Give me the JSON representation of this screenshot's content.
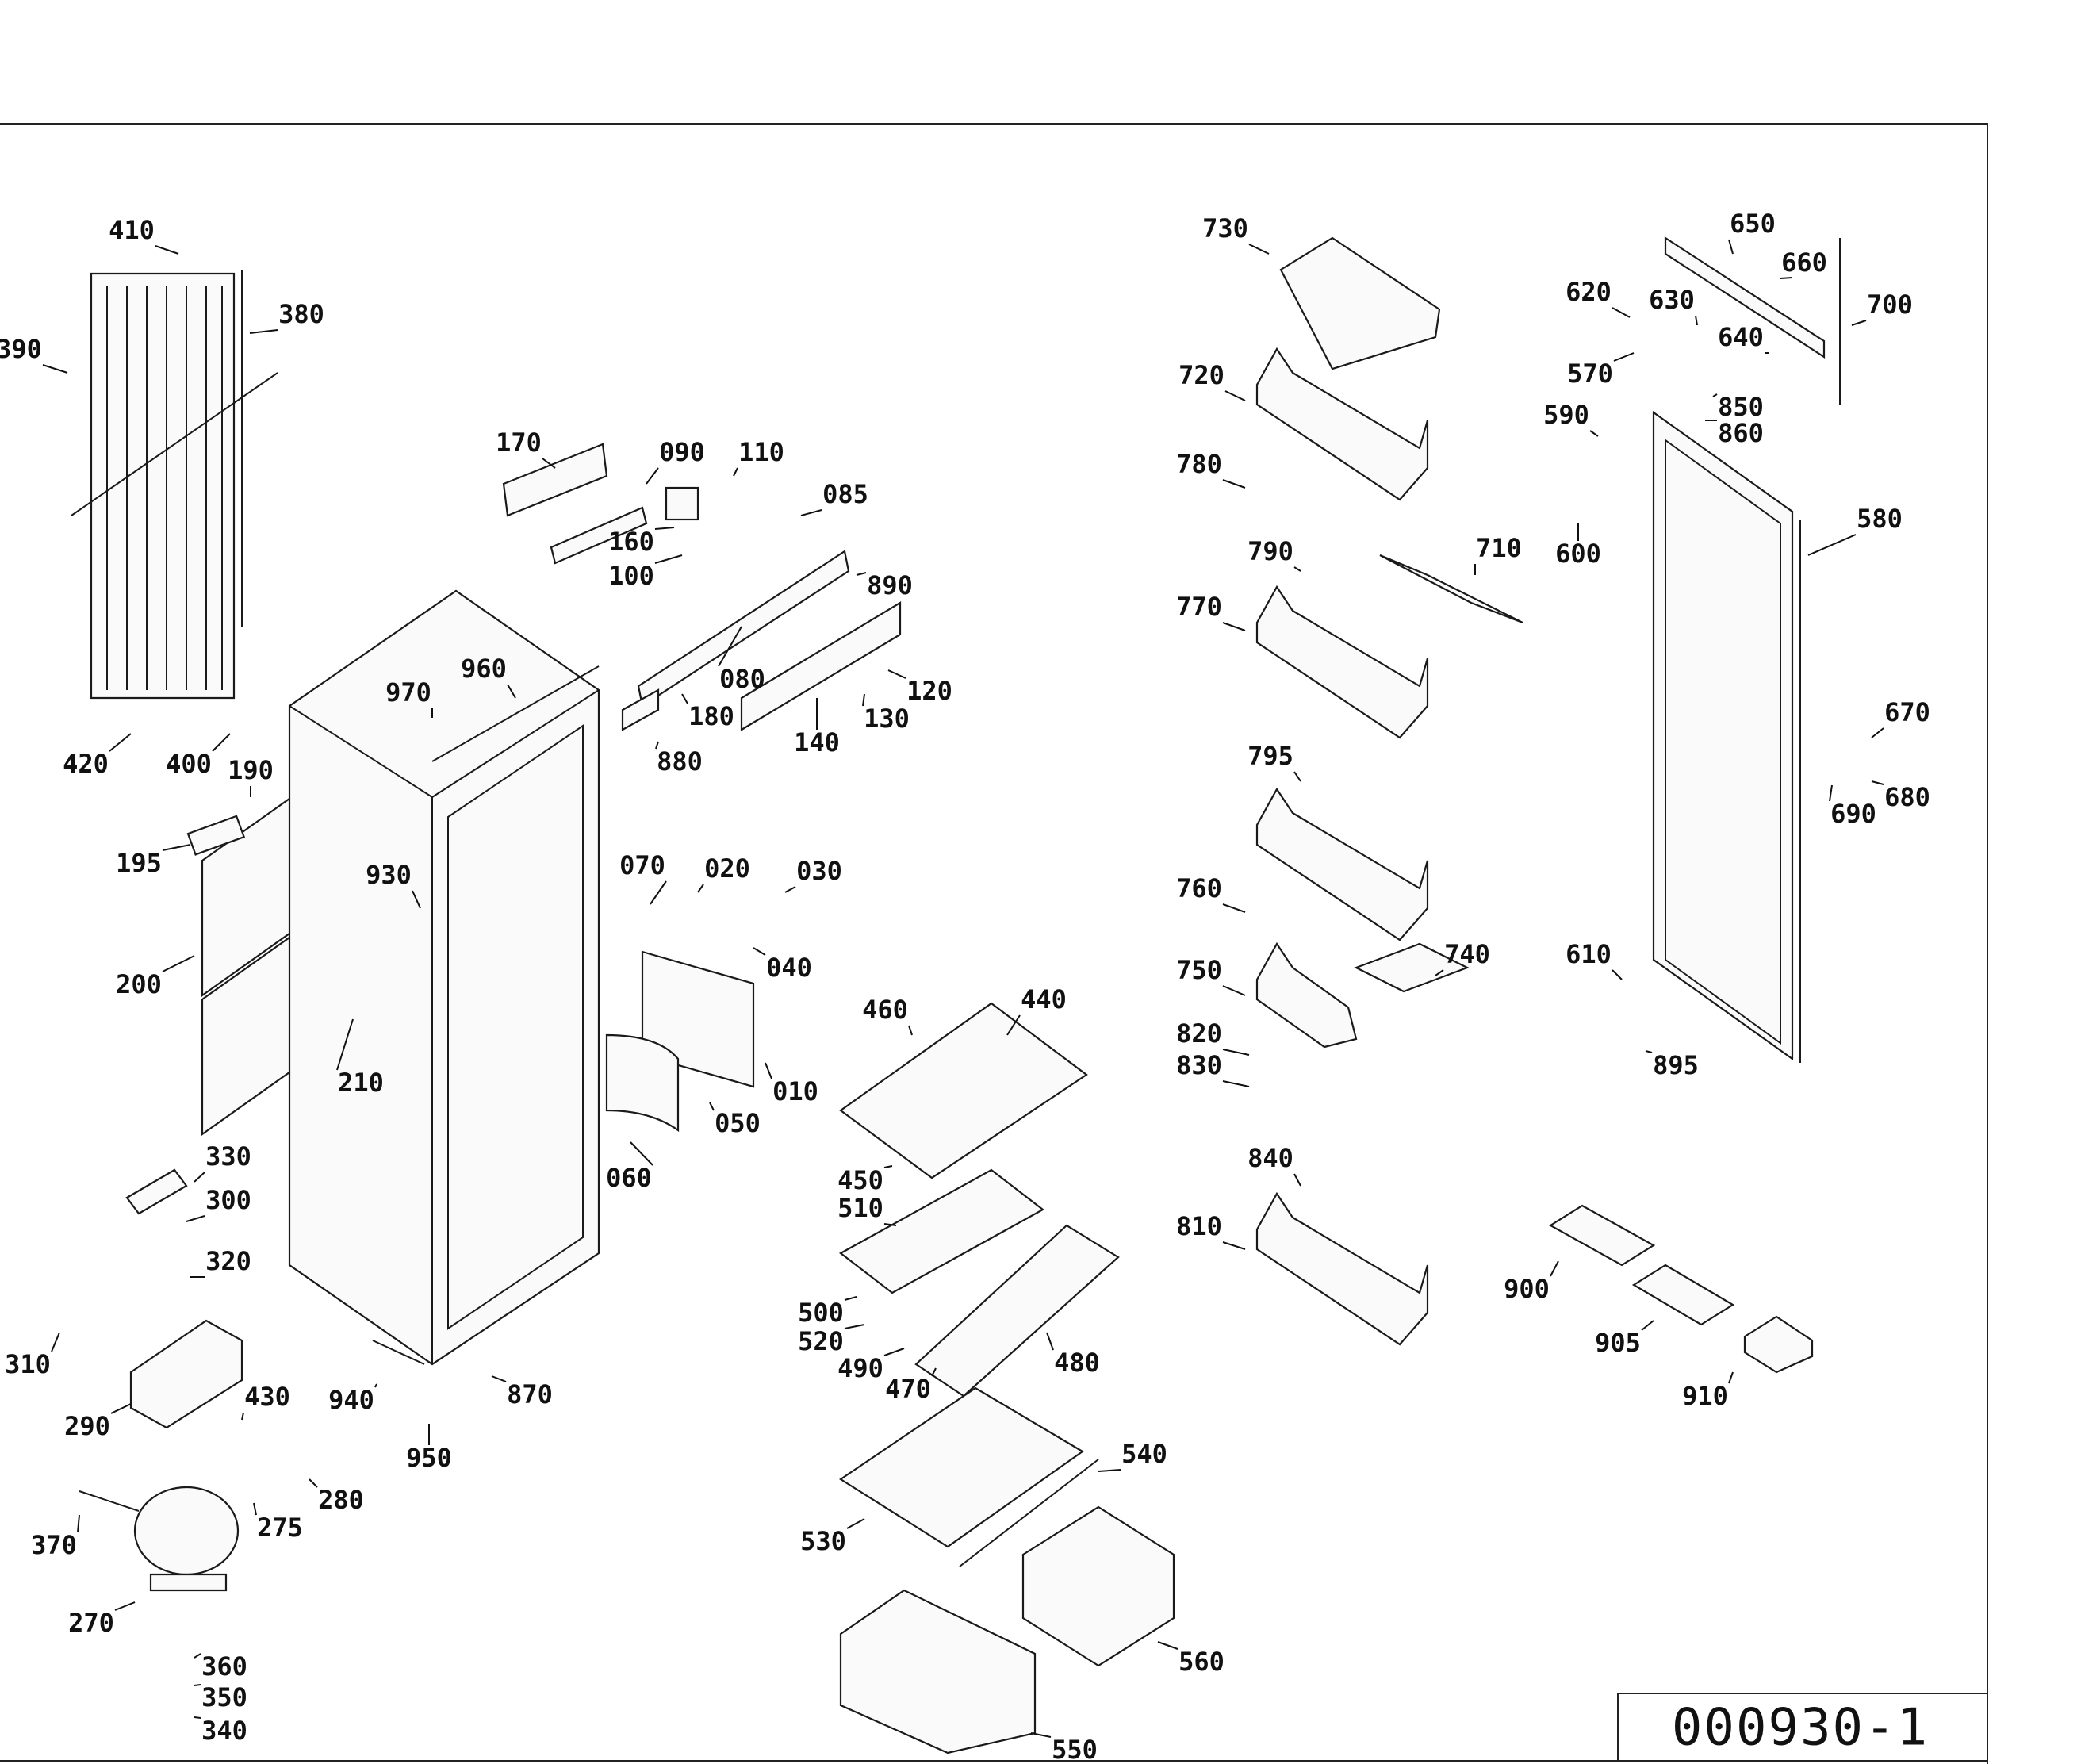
{
  "drawing_number": "000930-1",
  "callouts": [
    {
      "id": "410"
    },
    {
      "id": "380"
    },
    {
      "id": "390"
    },
    {
      "id": "420"
    },
    {
      "id": "400"
    },
    {
      "id": "190"
    },
    {
      "id": "195"
    },
    {
      "id": "200"
    },
    {
      "id": "210"
    },
    {
      "id": "170"
    },
    {
      "id": "090"
    },
    {
      "id": "110"
    },
    {
      "id": "085"
    },
    {
      "id": "160"
    },
    {
      "id": "100"
    },
    {
      "id": "890"
    },
    {
      "id": "080"
    },
    {
      "id": "180"
    },
    {
      "id": "120"
    },
    {
      "id": "130"
    },
    {
      "id": "140"
    },
    {
      "id": "880"
    },
    {
      "id": "970"
    },
    {
      "id": "960"
    },
    {
      "id": "930"
    },
    {
      "id": "070"
    },
    {
      "id": "020"
    },
    {
      "id": "030"
    },
    {
      "id": "040"
    },
    {
      "id": "010"
    },
    {
      "id": "050"
    },
    {
      "id": "060"
    },
    {
      "id": "330"
    },
    {
      "id": "300"
    },
    {
      "id": "320"
    },
    {
      "id": "310"
    },
    {
      "id": "290"
    },
    {
      "id": "430"
    },
    {
      "id": "280"
    },
    {
      "id": "275"
    },
    {
      "id": "370"
    },
    {
      "id": "270"
    },
    {
      "id": "360"
    },
    {
      "id": "350"
    },
    {
      "id": "340"
    },
    {
      "id": "940"
    },
    {
      "id": "950"
    },
    {
      "id": "870"
    },
    {
      "id": "460"
    },
    {
      "id": "440"
    },
    {
      "id": "450"
    },
    {
      "id": "510"
    },
    {
      "id": "500"
    },
    {
      "id": "520"
    },
    {
      "id": "490"
    },
    {
      "id": "470"
    },
    {
      "id": "480"
    },
    {
      "id": "530"
    },
    {
      "id": "540"
    },
    {
      "id": "560"
    },
    {
      "id": "550"
    },
    {
      "id": "730"
    },
    {
      "id": "720"
    },
    {
      "id": "780"
    },
    {
      "id": "710"
    },
    {
      "id": "790"
    },
    {
      "id": "770"
    },
    {
      "id": "795"
    },
    {
      "id": "760"
    },
    {
      "id": "740"
    },
    {
      "id": "750"
    },
    {
      "id": "820"
    },
    {
      "id": "830"
    },
    {
      "id": "840"
    },
    {
      "id": "810"
    },
    {
      "id": "650"
    },
    {
      "id": "660"
    },
    {
      "id": "700"
    },
    {
      "id": "620"
    },
    {
      "id": "630"
    },
    {
      "id": "640"
    },
    {
      "id": "570"
    },
    {
      "id": "850"
    },
    {
      "id": "860"
    },
    {
      "id": "590"
    },
    {
      "id": "600"
    },
    {
      "id": "580"
    },
    {
      "id": "670"
    },
    {
      "id": "680"
    },
    {
      "id": "690"
    },
    {
      "id": "610"
    },
    {
      "id": "895"
    },
    {
      "id": "900"
    },
    {
      "id": "905"
    },
    {
      "id": "910"
    }
  ]
}
